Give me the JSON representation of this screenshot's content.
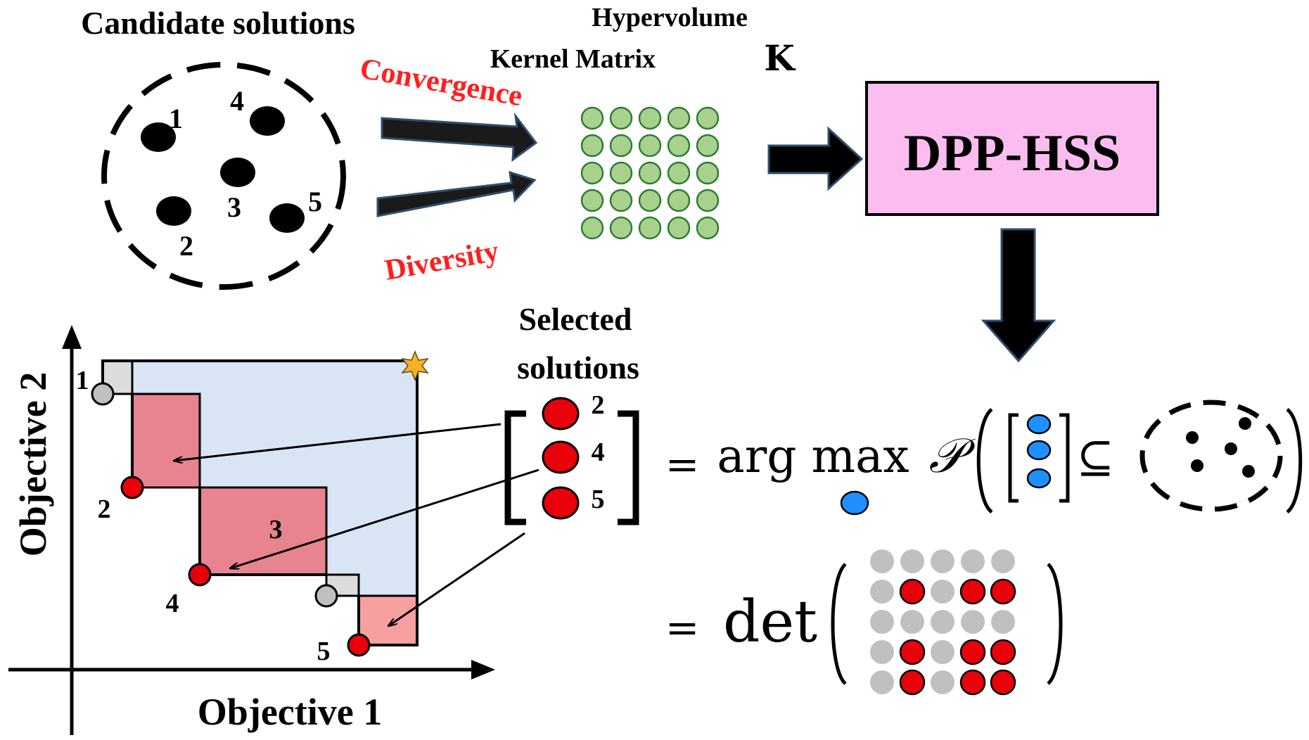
{
  "labels": {
    "candidate_title": "Candidate solutions",
    "hv_line1": "Hypervolume",
    "hv_line2": "Kernel Matrix",
    "hv_symbol": "K",
    "convergence": "Convergence",
    "diversity": "Diversity",
    "method": "DPP-HSS",
    "selected_line1": "Selected",
    "selected_line2": "solutions",
    "x_axis": "Objective 1",
    "y_axis": "Objective 2"
  },
  "candidate_points": [
    "1",
    "2",
    "3",
    "4",
    "5"
  ],
  "plot_points": [
    "1",
    "2",
    "3",
    "4",
    "5"
  ],
  "selected_labels": [
    "2",
    "4",
    "5"
  ],
  "equation": {
    "eq": "=",
    "argmax": "arg max",
    "prob": "𝒫",
    "subset": "⊆",
    "det": "det"
  },
  "colors": {
    "selected": "#e8000b",
    "kernel_fill": "#a9d18e",
    "kernel_stroke": "#2e7d32",
    "box_fill": "#fbbdf0",
    "hv_region": "#d9e4f5",
    "contribution": "#e8848f",
    "contribution_last": "#f7a0a0",
    "unselected_gray": "#c0c0c0",
    "accent_blue": "#1e90ff",
    "label_red": "#ff1e1e",
    "star": "#f4b322"
  }
}
